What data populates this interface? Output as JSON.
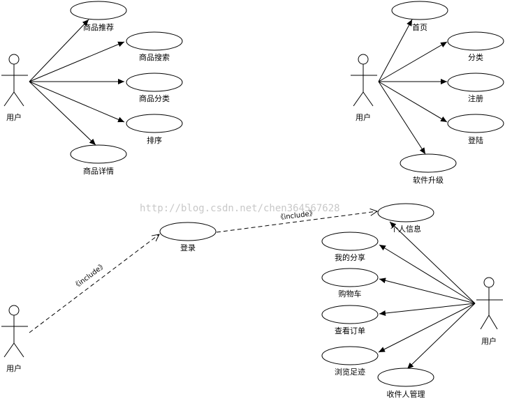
{
  "actors": {
    "a1": "用户",
    "a2": "用户",
    "a3": "用户",
    "a4": "用户"
  },
  "usecases": {
    "product_recommend": "商品推荐",
    "product_search": "商品搜索",
    "product_category": "商品分类",
    "sort": "排序",
    "product_detail": "商品详情",
    "home": "首页",
    "category": "分类",
    "register": "注册",
    "login_top": "登陆",
    "software_upgrade": "软件升级",
    "login": "登录",
    "personal_info": "个人信息",
    "my_share": "我的分享",
    "cart": "购物车",
    "view_orders": "查看订单",
    "browse_history": "浏览足迹",
    "recipient_mgmt": "收件人管理"
  },
  "relations": {
    "include_1": "《include》",
    "include_2": "《include》"
  },
  "watermark": "http://blog.csdn.net/chen364567628"
}
